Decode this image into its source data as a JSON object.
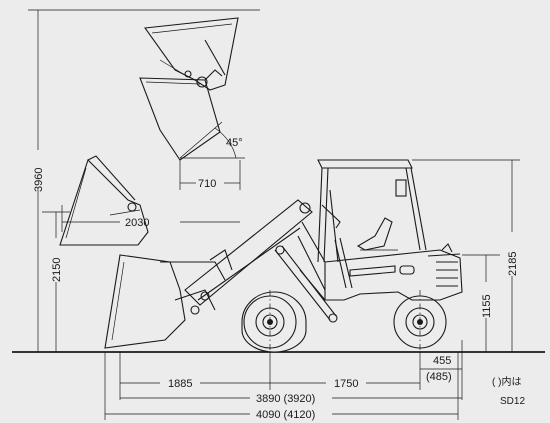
{
  "dimensions": {
    "max_height": "3960",
    "hinge_height": "2150",
    "cab_height": "2185",
    "bucket_reach": "2030",
    "dump_reach": "710",
    "dump_angle": "45°",
    "front_overhang": "1885",
    "wheelbase": "1750",
    "ground_clearance_len": "1155",
    "rear_overhang": "455",
    "rear_overhang_alt": "(485)",
    "length_no_bucket": "3890 (3920)",
    "overall_length": "4090 (4120)"
  },
  "notes": {
    "paren_note": "(   )内は",
    "model": "SD12"
  }
}
